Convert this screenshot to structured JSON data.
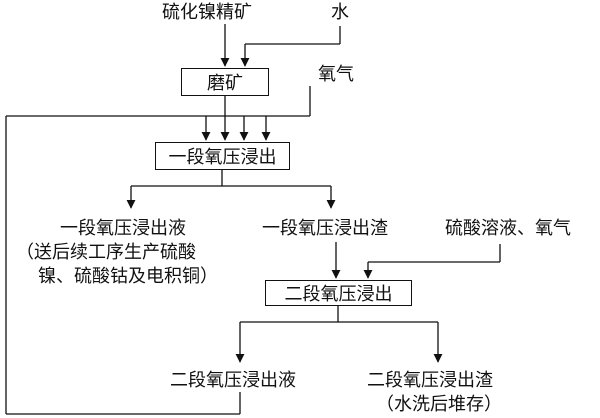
{
  "diagram": {
    "inputs": {
      "nickel_sulfide_concentrate": "硫化镍精矿",
      "water": "水",
      "oxygen": "氧气",
      "acid_and_oxygen": "硫酸溶液、氧气"
    },
    "steps": {
      "grinding": "磨矿",
      "stage1_leach": "一段氧压浸出",
      "stage2_leach": "二段氧压浸出"
    },
    "products": {
      "stage1_liquor": "一段氧压浸出液",
      "stage1_liquor_note_line1": "（送后续工序生产硫酸",
      "stage1_liquor_note_line2": "镍、硫酸钴及电积铜）",
      "stage1_residue": "一段氧压浸出渣",
      "stage2_liquor": "二段氧压浸出液",
      "stage2_residue": "二段氧压浸出渣",
      "stage2_residue_note": "（水洗后堆存）"
    },
    "line_color": "#111111"
  }
}
